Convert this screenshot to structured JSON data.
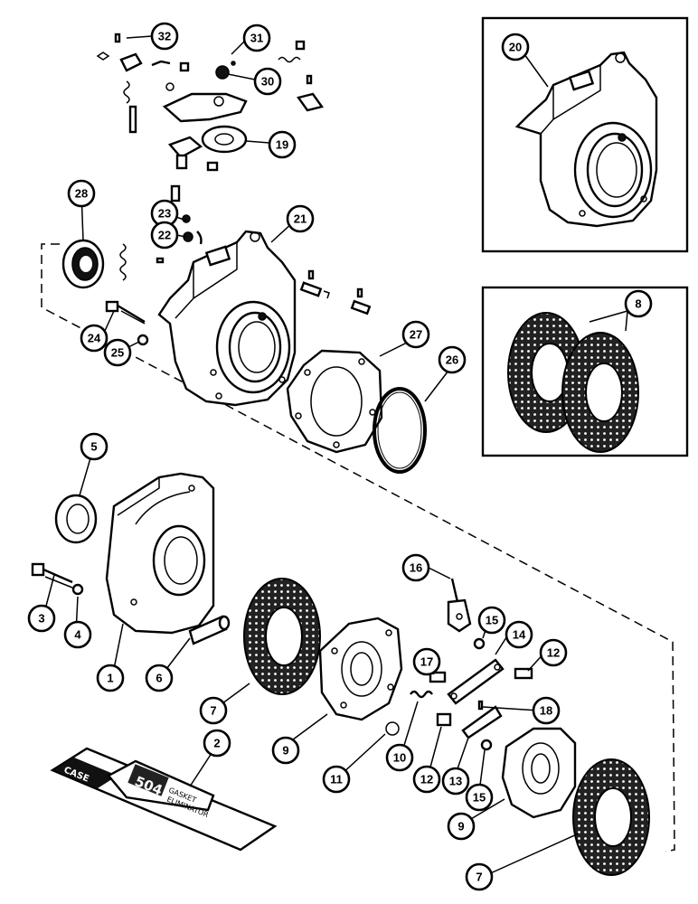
{
  "callouts": [
    {
      "id": "c32",
      "label": "32"
    },
    {
      "id": "c31",
      "label": "31"
    },
    {
      "id": "c30",
      "label": "30"
    },
    {
      "id": "c19",
      "label": "19"
    },
    {
      "id": "c28",
      "label": "28"
    },
    {
      "id": "c23",
      "label": "23"
    },
    {
      "id": "c22",
      "label": "22"
    },
    {
      "id": "c21",
      "label": "21"
    },
    {
      "id": "c20",
      "label": "20"
    },
    {
      "id": "c8",
      "label": "8"
    },
    {
      "id": "c24",
      "label": "24"
    },
    {
      "id": "c25",
      "label": "25"
    },
    {
      "id": "c27",
      "label": "27"
    },
    {
      "id": "c26",
      "label": "26"
    },
    {
      "id": "c5",
      "label": "5"
    },
    {
      "id": "c16",
      "label": "16"
    },
    {
      "id": "c15a",
      "label": "15"
    },
    {
      "id": "c14",
      "label": "14"
    },
    {
      "id": "c12a",
      "label": "12"
    },
    {
      "id": "c3",
      "label": "3"
    },
    {
      "id": "c4",
      "label": "4"
    },
    {
      "id": "c1",
      "label": "1"
    },
    {
      "id": "c6",
      "label": "6"
    },
    {
      "id": "c7a",
      "label": "7"
    },
    {
      "id": "c17",
      "label": "17"
    },
    {
      "id": "c18",
      "label": "18"
    },
    {
      "id": "c9a",
      "label": "9"
    },
    {
      "id": "c10",
      "label": "10"
    },
    {
      "id": "c11",
      "label": "11"
    },
    {
      "id": "c12b",
      "label": "12"
    },
    {
      "id": "c13",
      "label": "13"
    },
    {
      "id": "c15b",
      "label": "15"
    },
    {
      "id": "c2",
      "label": "2"
    },
    {
      "id": "c9b",
      "label": "9"
    },
    {
      "id": "c7b",
      "label": "7"
    }
  ],
  "sealant_tube": {
    "brand": "CASE",
    "product_number": "504",
    "product_line1": "GASKET",
    "product_line2": "ELIMINATOR"
  }
}
